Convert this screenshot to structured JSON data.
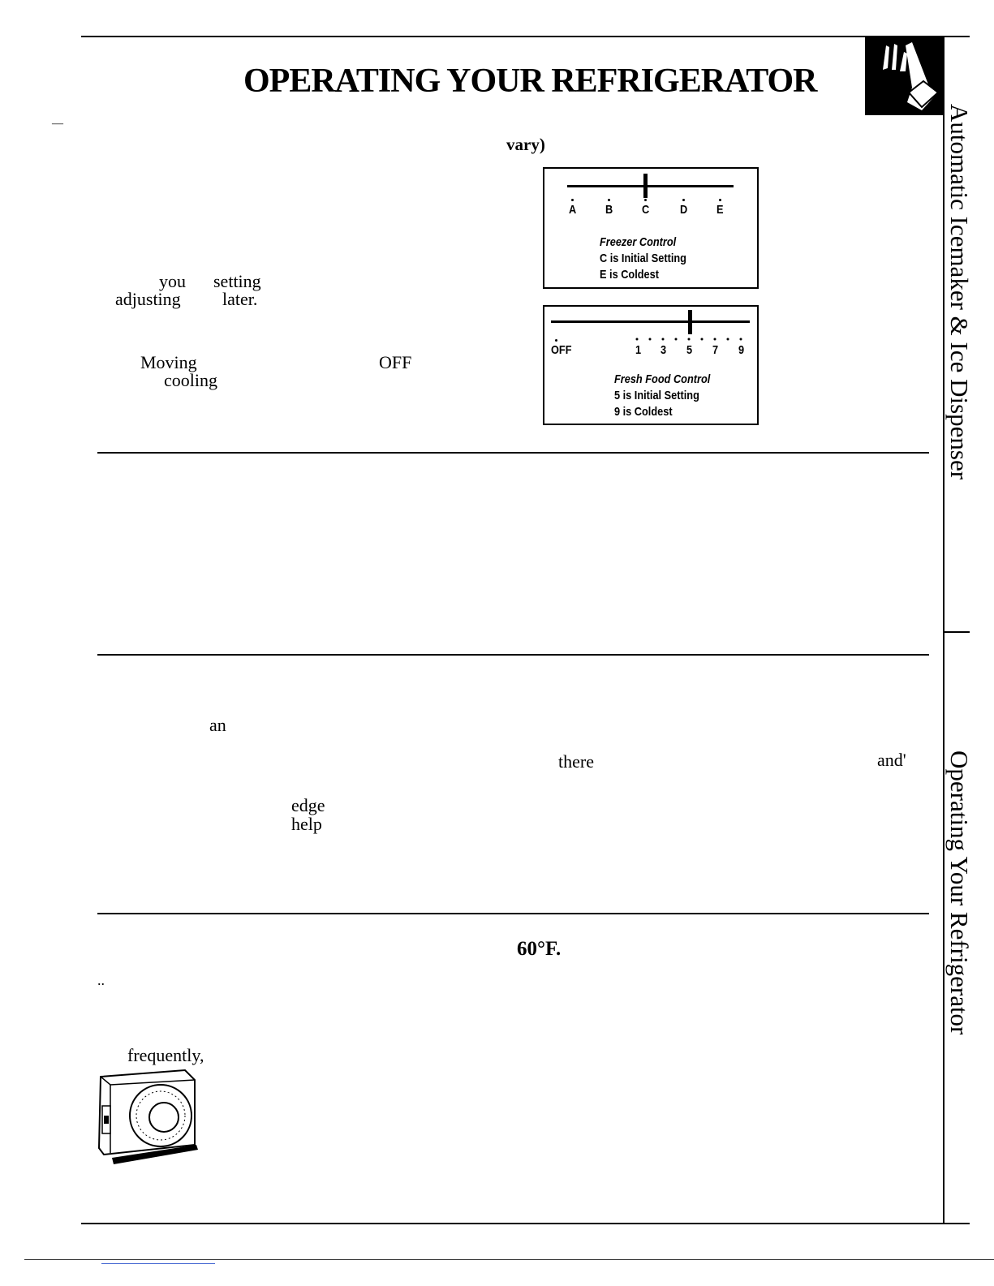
{
  "page": {
    "title": "OPERATING YOUR REFRIGERATOR",
    "stray_mark": "—",
    "fragments": {
      "vary": "vary)",
      "you": "you",
      "setting": "setting",
      "adjusting": "adjusting",
      "later": "later.",
      "moving": "Moving",
      "off": "OFF",
      "cooling": "cooling",
      "an": "an",
      "there": "there",
      "and": "and'",
      "edge": "edge",
      "help": "help",
      "sixty_f": "60°F.",
      "dots": "..",
      "frequently": "frequently,"
    }
  },
  "freezer_control": {
    "marks": [
      "A",
      "B",
      "C",
      "D",
      "E"
    ],
    "selected": "C",
    "label": "Freezer Control",
    "line1": "C is Initial Setting",
    "line2": "E is Coldest"
  },
  "fresh_food_control": {
    "off_label": "OFF",
    "numbers": [
      "1",
      "3",
      "5",
      "7",
      "9"
    ],
    "selected": "5",
    "label": "Fresh Food Control",
    "line1": "5 is Initial Setting",
    "line2": "9 is Coldest"
  },
  "sidebar": {
    "section1": "Automatic Icemaker & Ice Dispenser",
    "section2": "Operating Your Refrigerator"
  },
  "icons": {
    "corner": "pointing-hand-icon",
    "thermometer": "dial-thermometer-icon"
  }
}
